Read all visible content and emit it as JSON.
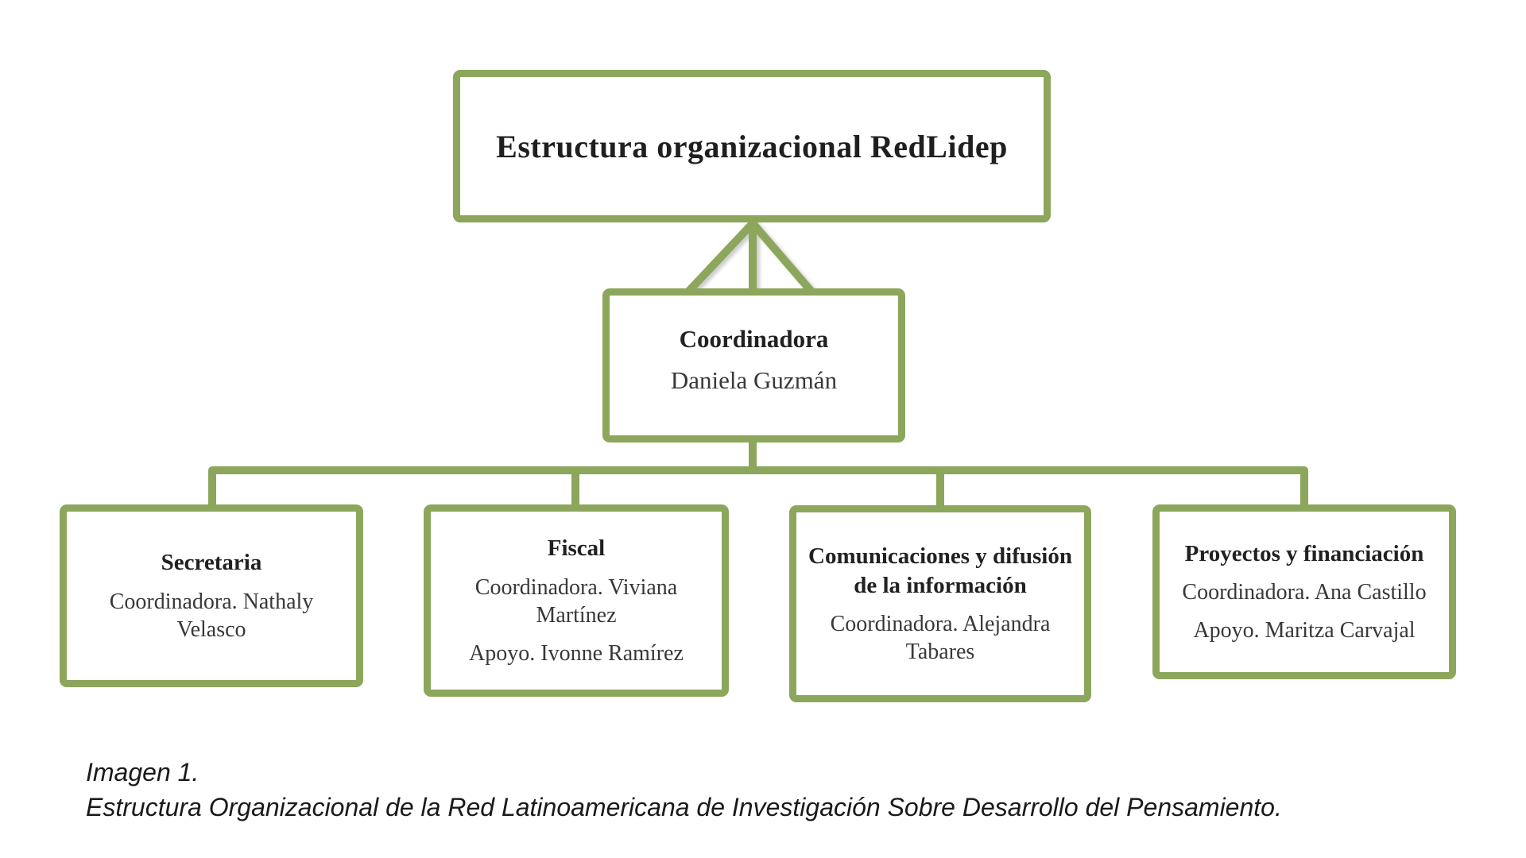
{
  "colors": {
    "accent_green": "#8CA65C",
    "box_background": "#ffffff",
    "title_text": "#1f1f1f",
    "body_text": "#383838",
    "caption_text": "#1a1a1a"
  },
  "org_chart": {
    "root": {
      "title": "Estructura organizacional RedLidep"
    },
    "coordinator": {
      "title": "Coordinadora",
      "name": "Daniela Guzmán"
    },
    "departments": [
      {
        "title": "Secretaria",
        "members": [
          "Coordinadora. Nathaly Velasco"
        ]
      },
      {
        "title": "Fiscal",
        "members": [
          "Coordinadora. Viviana Martínez",
          "Apoyo. Ivonne Ramírez"
        ]
      },
      {
        "title": "Comunicaciones y difusión de la información",
        "members": [
          "Coordinadora. Alejandra Tabares"
        ]
      },
      {
        "title": "Proyectos y financiación",
        "members": [
          "Coordinadora. Ana Castillo",
          "Apoyo. Maritza Carvajal"
        ]
      }
    ]
  },
  "caption": {
    "label": "Imagen 1.",
    "text": "Estructura Organizacional de la Red Latinoamericana de Investigación Sobre Desarrollo del Pensamiento."
  }
}
